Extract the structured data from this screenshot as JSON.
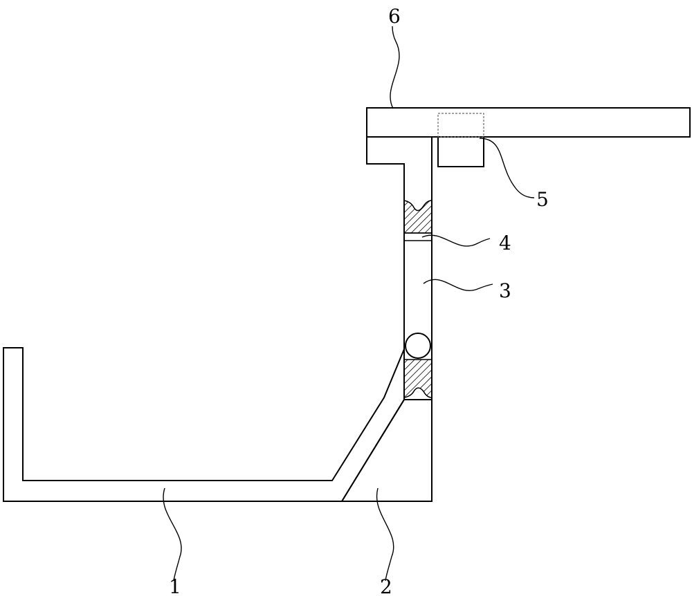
{
  "diagram": {
    "labels": {
      "part_1": "1",
      "part_2": "2",
      "part_3": "3",
      "part_4": "4",
      "part_5": "5",
      "part_6": "6"
    },
    "colors": {
      "line": "#000000",
      "background": "#ffffff",
      "hidden_line": "#6a6a6a"
    }
  }
}
